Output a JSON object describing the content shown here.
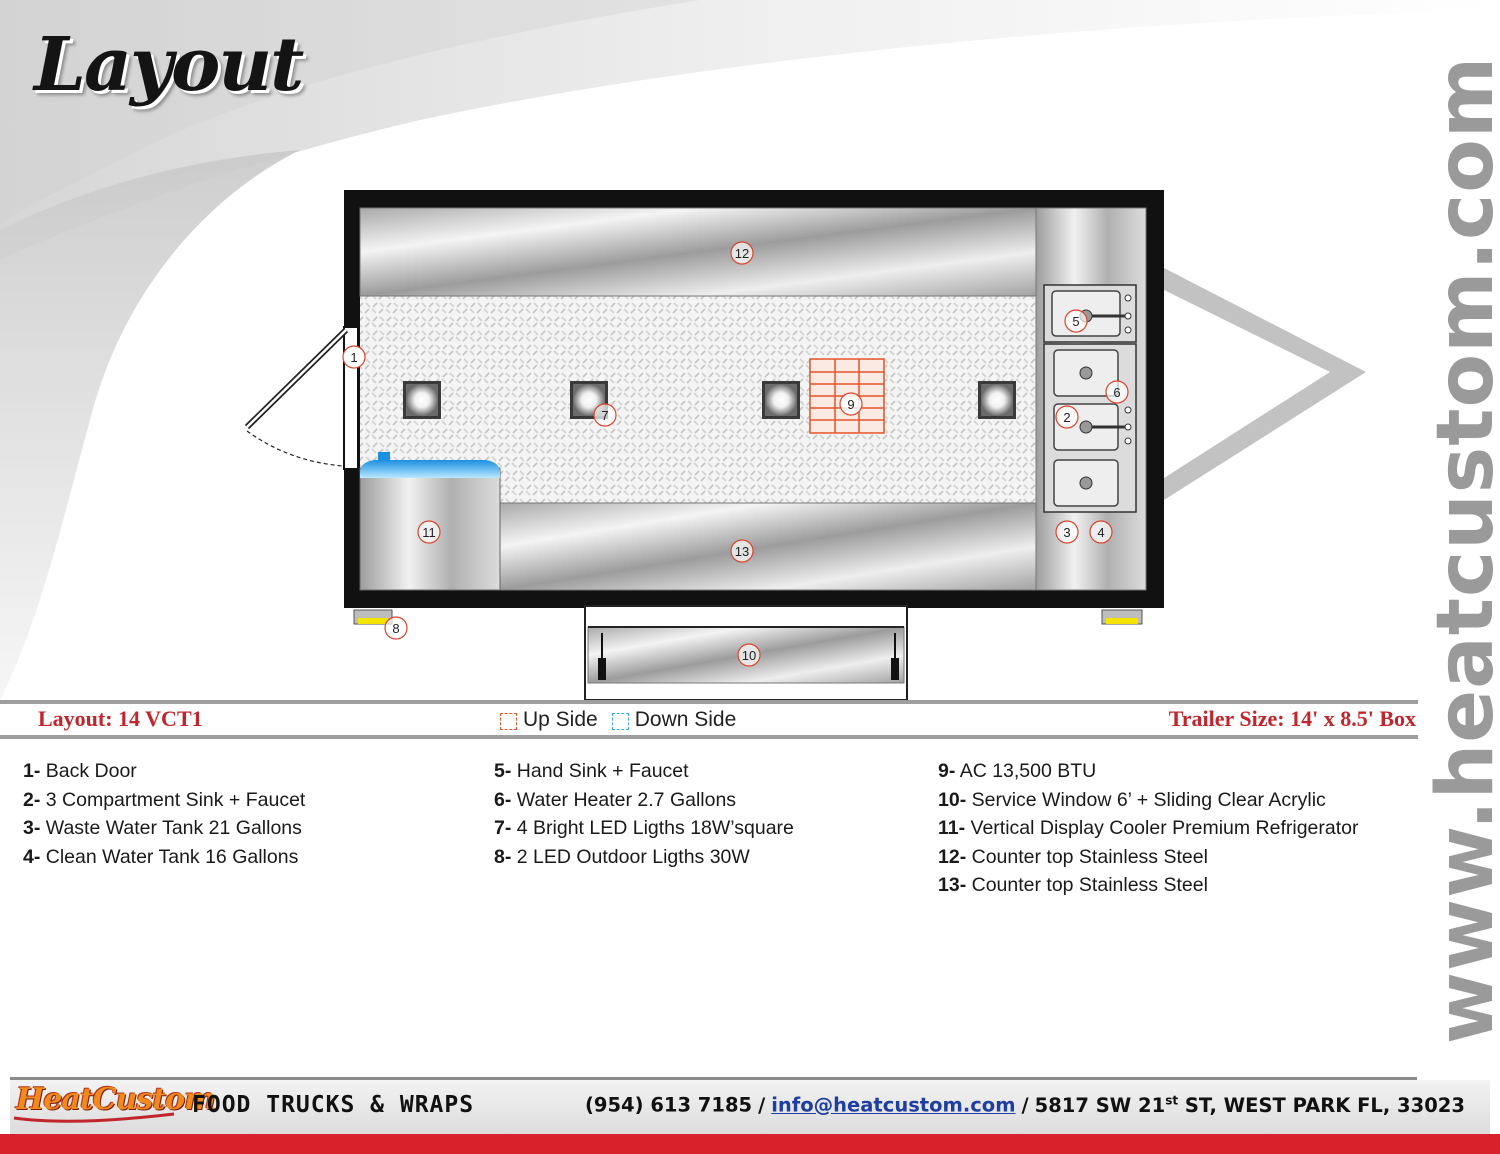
{
  "header": {
    "title": "Layout"
  },
  "watermark": "www.heatcustom.com",
  "plan": {
    "labels": [
      "1",
      "2",
      "3",
      "4",
      "5",
      "6",
      "7",
      "8",
      "9",
      "10",
      "11",
      "12",
      "13"
    ]
  },
  "info_bar": {
    "layout_code": "Layout: 14 VCT1",
    "legend": {
      "up": "Up Side",
      "down": "Down Side"
    },
    "trailer_size": "Trailer Size: 14' x 8.5' Box"
  },
  "items": {
    "col1": [
      {
        "num": "1-",
        "text": "Back Door"
      },
      {
        "num": "2-",
        "text": "3 Compartment Sink + Faucet"
      },
      {
        "num": "3-",
        "text": "Waste Water Tank 21 Gallons"
      },
      {
        "num": "4-",
        "text": "Clean Water Tank 16 Gallons"
      }
    ],
    "col2": [
      {
        "num": "5-",
        "text": "Hand Sink + Faucet"
      },
      {
        "num": "6-",
        "text": "Water Heater 2.7 Gallons"
      },
      {
        "num": "7-",
        "text": "4 Bright LED Ligths 18W’square"
      },
      {
        "num": "8-",
        "text": "2 LED Outdoor Ligths 30W"
      }
    ],
    "col3": [
      {
        "num": "9-",
        "text": "AC 13,500 BTU"
      },
      {
        "num": "10-",
        "text": "Service Window 6’ + Sliding Clear Acrylic"
      },
      {
        "num": "11-",
        "text": "Vertical Display Cooler Premium Refrigerator"
      },
      {
        "num": "12-",
        "text": "Counter top Stainless Steel"
      },
      {
        "num": "13-",
        "text": "Counter top Stainless Steel"
      }
    ]
  },
  "footer": {
    "brand": "HeatCustom",
    "tagline": "FOOD TRUCKS & WRAPS",
    "phone": "(954) 613 7185",
    "email": "info@heatcustom.com",
    "address_pre": "5817 SW 21",
    "address_sup": "st",
    "address_post": " ST, WEST PARK FL, 33023"
  },
  "colors": {
    "accent_red": "#c0262b",
    "ac_orange": "#e2542a",
    "down_blue": "#39a9d8",
    "footer_red": "#d8212a",
    "email_blue": "#1e3fa0"
  }
}
